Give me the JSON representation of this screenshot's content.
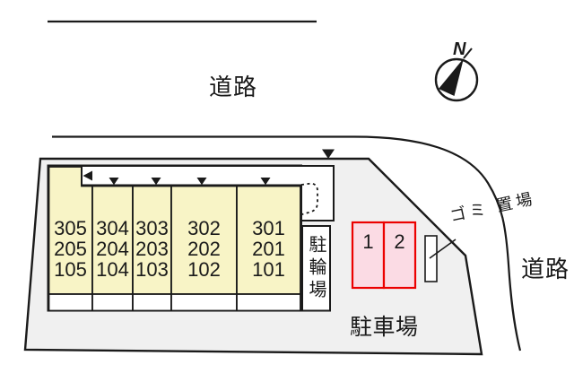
{
  "colors": {
    "unit_fill": "#F8F4C6",
    "parking_fill": "#FBDBE4",
    "parking_border": "#EC0000",
    "site_fill": "#F0F0F0",
    "line": "#1A1A1A"
  },
  "compass": {
    "north_label": "N"
  },
  "roads": {
    "top_label": "道路",
    "right_label": "道路"
  },
  "site": {
    "parking_lot_label": "駐車場",
    "garbage_label_lines": [
      "ゴミ",
      "置場"
    ],
    "bicycle_parking_label": "駐輪場"
  },
  "building": {
    "units": [
      {
        "id": "305",
        "floor_labels": [
          "305",
          "205",
          "105"
        ]
      },
      {
        "id": "304",
        "floor_labels": [
          "304",
          "204",
          "104"
        ]
      },
      {
        "id": "303",
        "floor_labels": [
          "303",
          "203",
          "103"
        ]
      },
      {
        "id": "302",
        "floor_labels": [
          "302",
          "202",
          "102"
        ]
      },
      {
        "id": "301",
        "floor_labels": [
          "301",
          "201",
          "101"
        ]
      }
    ]
  },
  "parking": {
    "spaces": [
      {
        "number": "1"
      },
      {
        "number": "2"
      }
    ]
  }
}
